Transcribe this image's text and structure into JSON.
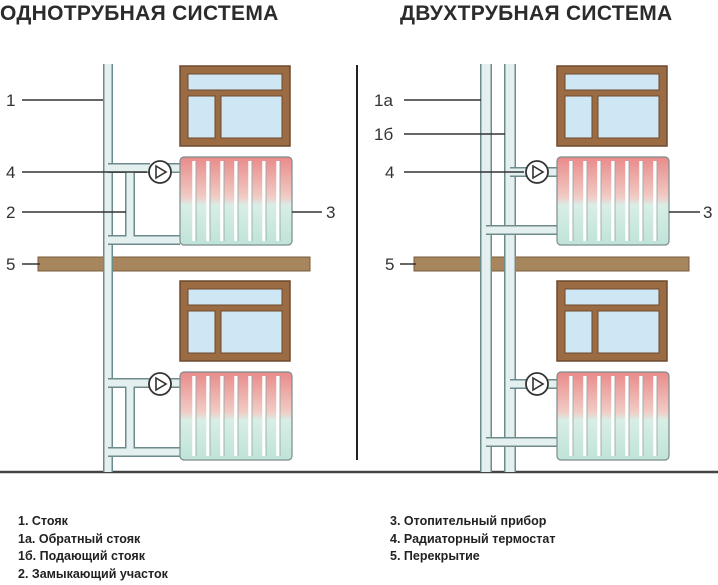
{
  "titles": {
    "left": "ОДНОТРУБНАЯ СИСТЕМА",
    "right": "ДВУХТРУБНАЯ СИСТЕМА"
  },
  "callouts": {
    "left": {
      "c1": "1",
      "c4": "4",
      "c2": "2",
      "c5": "5",
      "c3": "3"
    },
    "right": {
      "c1a": "1а",
      "c1b": "1б",
      "c4": "4",
      "c5": "5",
      "c3": "3"
    }
  },
  "legend": {
    "left": [
      "1.   Стояк",
      "1а. Обратный стояк",
      "1б. Подающий стояк",
      "2.  Замыкающий участок"
    ],
    "right": [
      "3. Отопительный прибор",
      "4. Радиаторный термостат",
      "5. Перекрытие"
    ]
  },
  "colors": {
    "frame": "#9b6b43",
    "glass": "#cfe6f5",
    "pipe": "#e4f0f0",
    "pipe_stroke": "#6f8a8a",
    "slab": "#a7865e",
    "radiator_hot": "#e88f8f",
    "radiator_cold": "#c9e7de"
  }
}
